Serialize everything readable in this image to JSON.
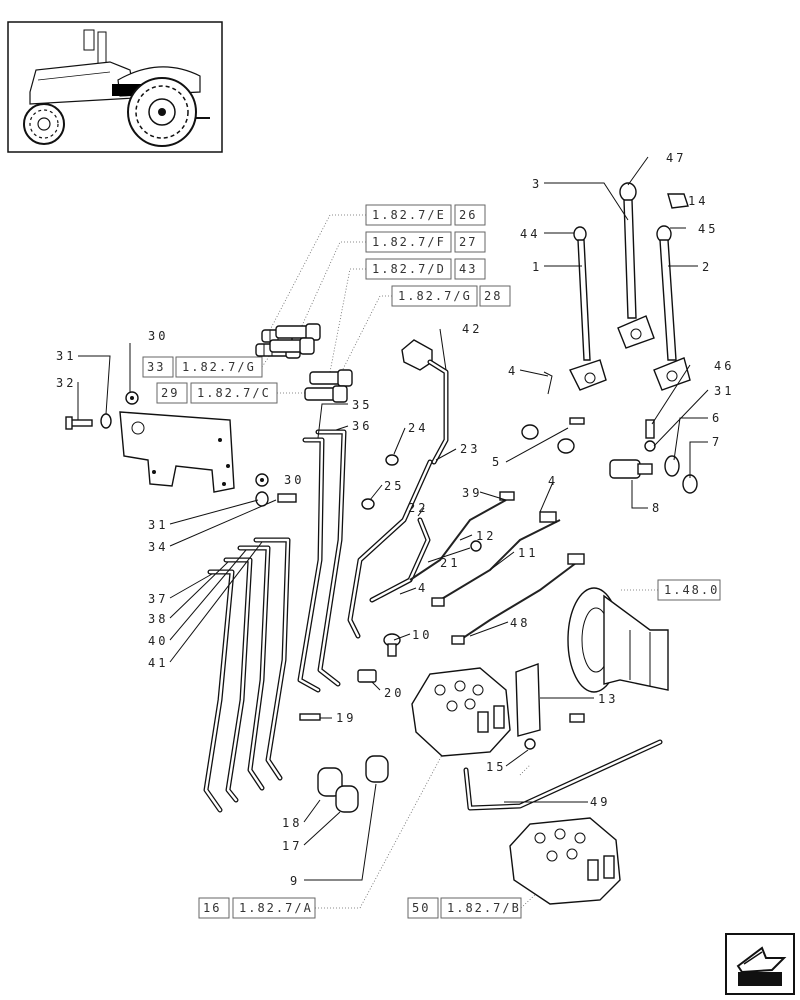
{
  "callouts": {
    "n1": "1",
    "n2": "2",
    "n3": "3",
    "n4a": "4",
    "n4b": "4",
    "n4c": "4",
    "n5": "5",
    "n6": "6",
    "n7": "7",
    "n8": "8",
    "n9": "9",
    "n10": "10",
    "n11": "11",
    "n12": "12",
    "n13": "13",
    "n14": "14",
    "n15": "15",
    "n17": "17",
    "n18": "18",
    "n19": "19",
    "n20": "20",
    "n21": "21",
    "n22": "22",
    "n23": "23",
    "n24": "24",
    "n25": "25",
    "n30a": "30",
    "n30b": "30",
    "n31a": "31",
    "n31b": "31",
    "n31c": "31",
    "n32": "32",
    "n34": "34",
    "n35": "35",
    "n36": "36",
    "n37": "37",
    "n38": "38",
    "n39": "39",
    "n40": "40",
    "n41": "41",
    "n42": "42",
    "n44": "44",
    "n45": "45",
    "n46": "46",
    "n47": "47",
    "n48": "48",
    "n49": "49"
  },
  "refs": [
    {
      "ref": "1.82.7/E",
      "num": "26"
    },
    {
      "ref": "1.82.7/F",
      "num": "27"
    },
    {
      "ref": "1.82.7/D",
      "num": "43"
    },
    {
      "ref": "1.82.7/G",
      "num": "28"
    },
    {
      "num": "33",
      "ref": "1.82.7/G"
    },
    {
      "num": "29",
      "ref": "1.82.7/C"
    },
    {
      "num": "16",
      "ref": "1.82.7/A"
    },
    {
      "num": "50",
      "ref": "1.82.7/B"
    },
    {
      "ref": "1.48.0"
    }
  ],
  "icons": {
    "thumbnail": "tractor-thumbnail",
    "nav": "arrow-next-page-icon"
  }
}
